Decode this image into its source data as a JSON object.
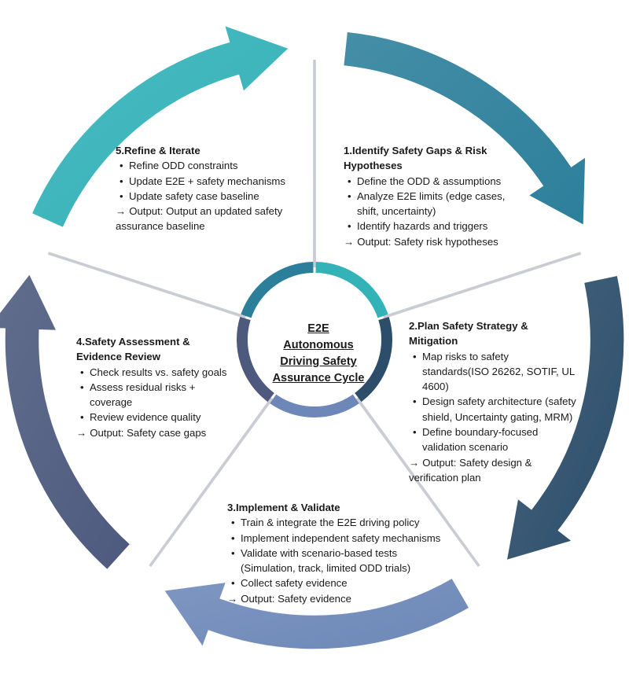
{
  "center": {
    "lines": [
      "E2E",
      "Autonomous",
      "Driving Safety",
      "Assurance Cycle"
    ]
  },
  "stages": [
    {
      "title": "1.Identify Safety Gaps & Risk Hypotheses",
      "items": [
        "Define the ODD & assumptions",
        "Analyze E2E limits (edge cases, shift, uncertainty)",
        "Identify hazards and triggers"
      ],
      "output": "Output: Safety risk hypotheses",
      "color": "#2c7f9b"
    },
    {
      "title": "2.Plan Safety Strategy & Mitigation",
      "items": [
        "Map risks to safety standards(ISO 26262, SOTIF, UL 4600)",
        "Design safety architecture (safety shield, Uncertainty gating, MRM)",
        "Define boundary-focused validation  scenario"
      ],
      "output": "Output: Safety design & verification plan",
      "color": "#2c4e6b"
    },
    {
      "title": "3.Implement & Validate",
      "items": [
        "Train & integrate the E2E driving policy",
        "Implement independent safety mechanisms",
        "Validate with scenario-based tests  (Simulation, track, limited ODD trials)",
        "Collect safety evidence"
      ],
      "output": "Output: Safety evidence",
      "color": "#6d88b8"
    },
    {
      "title": "4.Safety Assessment & Evidence Review",
      "items": [
        "Check results vs. safety goals",
        "Assess residual risks + coverage",
        "Review evidence quality"
      ],
      "output": "Output: Safety case gaps",
      "color": "#4d5a7e"
    },
    {
      "title": "5.Refine & Iterate",
      "items": [
        "Refine ODD constraints",
        "Update E2E + safety mechanisms",
        "Update safety case baseline"
      ],
      "output": "Output: Output an updated safety assurance baseline",
      "color": "#33b2b8"
    }
  ],
  "arrow_glyph": "→"
}
